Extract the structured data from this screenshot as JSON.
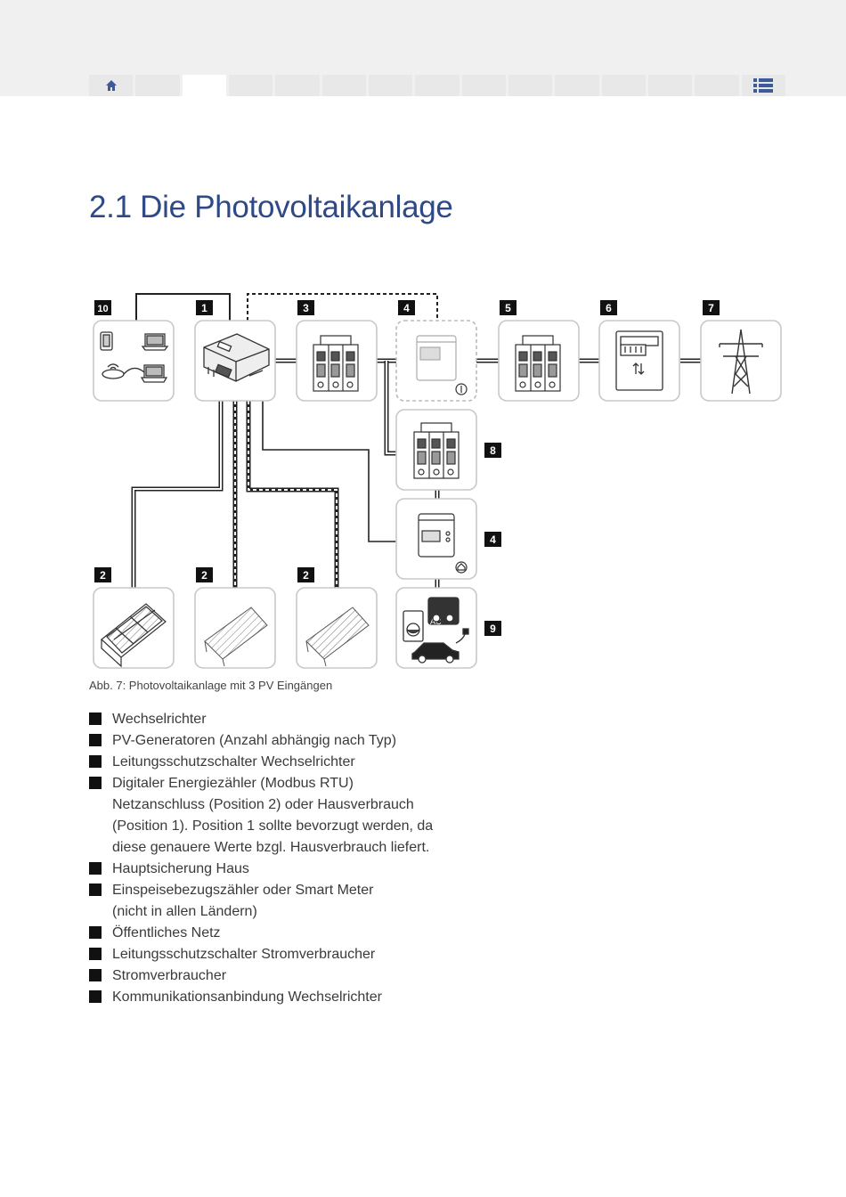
{
  "nav": {
    "tabs": [
      "home",
      "",
      "",
      "",
      "",
      "",
      "",
      "",
      "",
      "",
      "",
      "",
      "",
      "",
      "menu"
    ],
    "active_index": 2
  },
  "title": "2.1 Die Photovoltaikanlage",
  "diagram": {
    "badges": [
      "10",
      "1",
      "3",
      "4",
      "5",
      "6",
      "7",
      "8",
      "4",
      "9",
      "2",
      "2",
      "2"
    ],
    "labels": {
      "ac": "AC"
    }
  },
  "caption": "Abb. 7: Photovoltaikanlage mit 3 PV Eingängen",
  "legend": [
    {
      "lines": [
        "Wechselrichter"
      ]
    },
    {
      "lines": [
        "PV-Generatoren (Anzahl abhängig nach Typ)"
      ]
    },
    {
      "lines": [
        "Leitungsschutzschalter Wechselrichter"
      ]
    },
    {
      "lines": [
        "Digitaler Energiezähler (Modbus RTU)",
        "Netzanschluss (Position 2) oder Hausverbrauch",
        "(Position 1). Position 1 sollte bevorzugt werden, da",
        "diese genauere Werte bzgl. Hausverbrauch liefert."
      ]
    },
    {
      "lines": [
        "Hauptsicherung Haus"
      ]
    },
    {
      "lines": [
        "Einspeisebezugszähler oder Smart Meter",
        "(nicht in allen Ländern)"
      ]
    },
    {
      "lines": [
        "Öffentliches Netz"
      ]
    },
    {
      "lines": [
        "Leitungsschutzschalter Stromverbraucher"
      ]
    },
    {
      "lines": [
        "Stromverbraucher"
      ]
    },
    {
      "lines": [
        "Kommunikationsanbindung Wechselrichter"
      ]
    }
  ]
}
